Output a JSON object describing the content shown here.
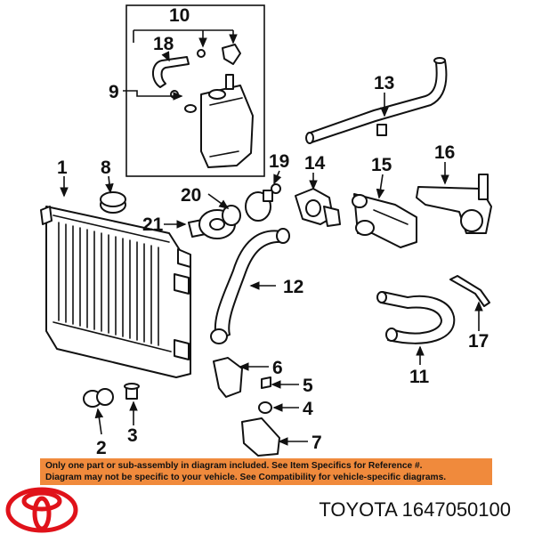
{
  "diagram": {
    "callouts": [
      {
        "id": "1",
        "text": "1"
      },
      {
        "id": "2",
        "text": "2"
      },
      {
        "id": "3",
        "text": "3"
      },
      {
        "id": "4",
        "text": "4"
      },
      {
        "id": "5",
        "text": "5"
      },
      {
        "id": "6",
        "text": "6"
      },
      {
        "id": "7",
        "text": "7"
      },
      {
        "id": "8",
        "text": "8"
      },
      {
        "id": "9",
        "text": "9"
      },
      {
        "id": "10",
        "text": "10"
      },
      {
        "id": "11",
        "text": "11"
      },
      {
        "id": "12",
        "text": "12"
      },
      {
        "id": "13",
        "text": "13"
      },
      {
        "id": "14",
        "text": "14"
      },
      {
        "id": "15",
        "text": "15"
      },
      {
        "id": "16",
        "text": "16"
      },
      {
        "id": "17",
        "text": "17"
      },
      {
        "id": "18",
        "text": "18"
      },
      {
        "id": "19",
        "text": "19"
      },
      {
        "id": "20",
        "text": "20"
      },
      {
        "id": "21",
        "text": "21"
      }
    ]
  },
  "notice": {
    "line1": "Only one part or sub-assembly in diagram included. See Item Specifics for Reference #.",
    "line2": "Diagram may not be specific to your vehicle. See Compatibility for vehicle-specific diagrams.",
    "color": "#f08a3c"
  },
  "brand": {
    "logo_icon": "toyota-logo-icon",
    "logo_color": "#e0121a"
  },
  "caption": {
    "text": "TOYOTA 1647050100"
  }
}
